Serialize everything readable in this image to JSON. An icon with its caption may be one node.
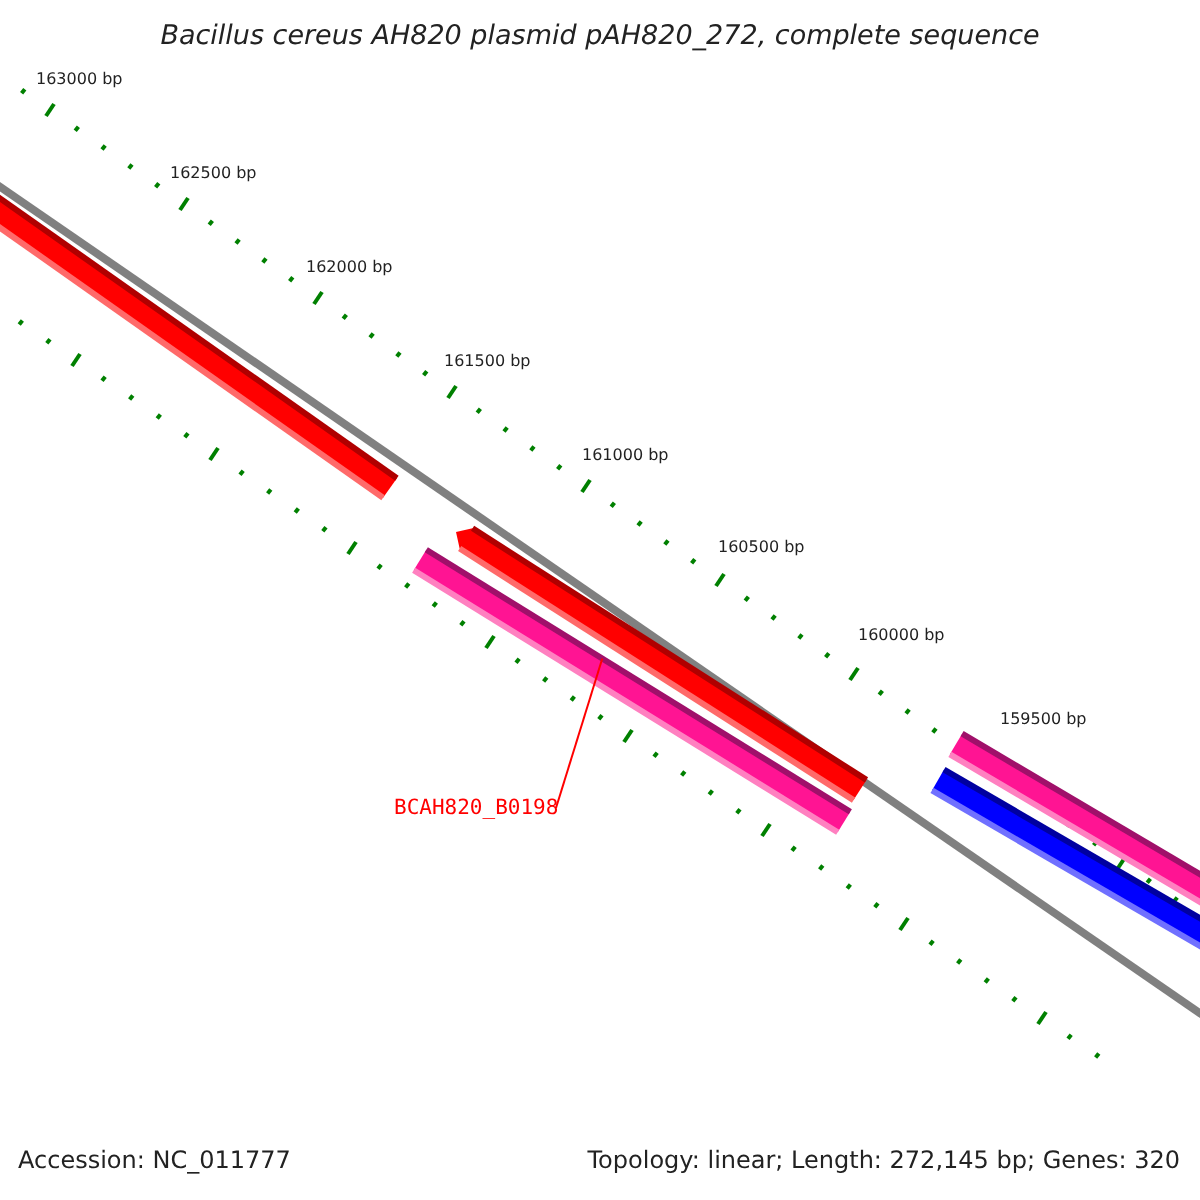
{
  "diagram": {
    "title": "Bacillus cereus AH820 plasmid pAH820_272, complete sequence",
    "nodes": [
      {
        "text": [],
        "shape": "bar"
      },
      {
        "text": [],
        "shape": "bar"
      },
      {
        "text": [
          "BCAH820_B0198"
        ]
      },
      {
        "text": [],
        "shape": "bar"
      },
      {
        "text": [],
        "shape": "bar"
      },
      {
        "text": [],
        "shape": "bar"
      }
    ],
    "edges": [
      {
        "from": 2,
        "to": 3,
        "arrow": "none",
        "color": "#ff0000"
      }
    ],
    "labels": [
      "163000 bp",
      "162500 bp",
      "162000 bp",
      "161500 bp",
      "161000 bp",
      "160500 bp",
      "160000 bp",
      "159500 bp",
      "Accession: NC_011777",
      "Topology: linear; Length: 272,145 bp; Genes: 320"
    ]
  }
}
